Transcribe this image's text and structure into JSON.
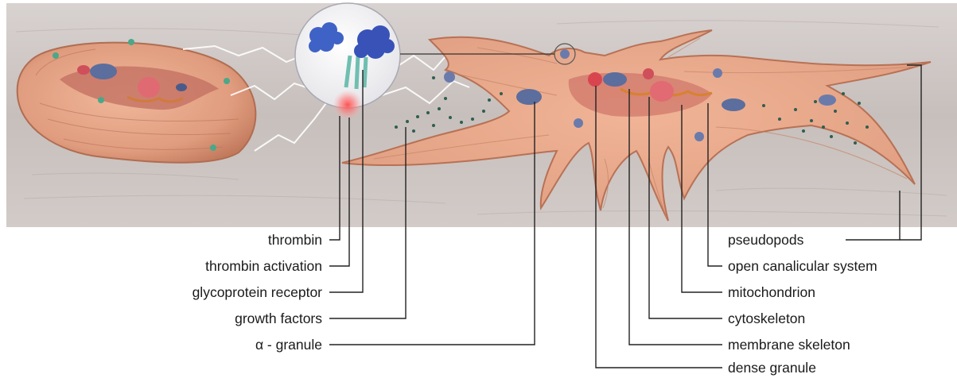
{
  "labels_left": {
    "thrombin": "thrombin",
    "thrombin_activation": "thrombin activation",
    "glycoprotein_receptor": "glycoprotein receptor",
    "growth_factors": "growth factors",
    "alpha_granule": "α - granule"
  },
  "labels_right": {
    "pseudopods": "pseudopods",
    "open_canalicular_system": "open canalicular system",
    "mitochondrion": "mitochondrion",
    "cytoskeleton": "cytoskeleton",
    "membrane_skeleton": "membrane skeleton",
    "dense_granule": "dense granule"
  },
  "colors": {
    "background_surface": "#c9c2bf",
    "cell_fill": "#e3a688",
    "cell_shadow": "#c07c60",
    "cell_highlight": "#f2c4aa",
    "granule_blue": "#5b6e9e",
    "organelle_red": "#d94f56",
    "receptor_blue": "#3d5fc4",
    "receptor_teal": "#6fbfb0",
    "activation_glow": "#ff5a5a",
    "growth_factor_green": "#2e5e4e",
    "leader_line": "#222222"
  }
}
